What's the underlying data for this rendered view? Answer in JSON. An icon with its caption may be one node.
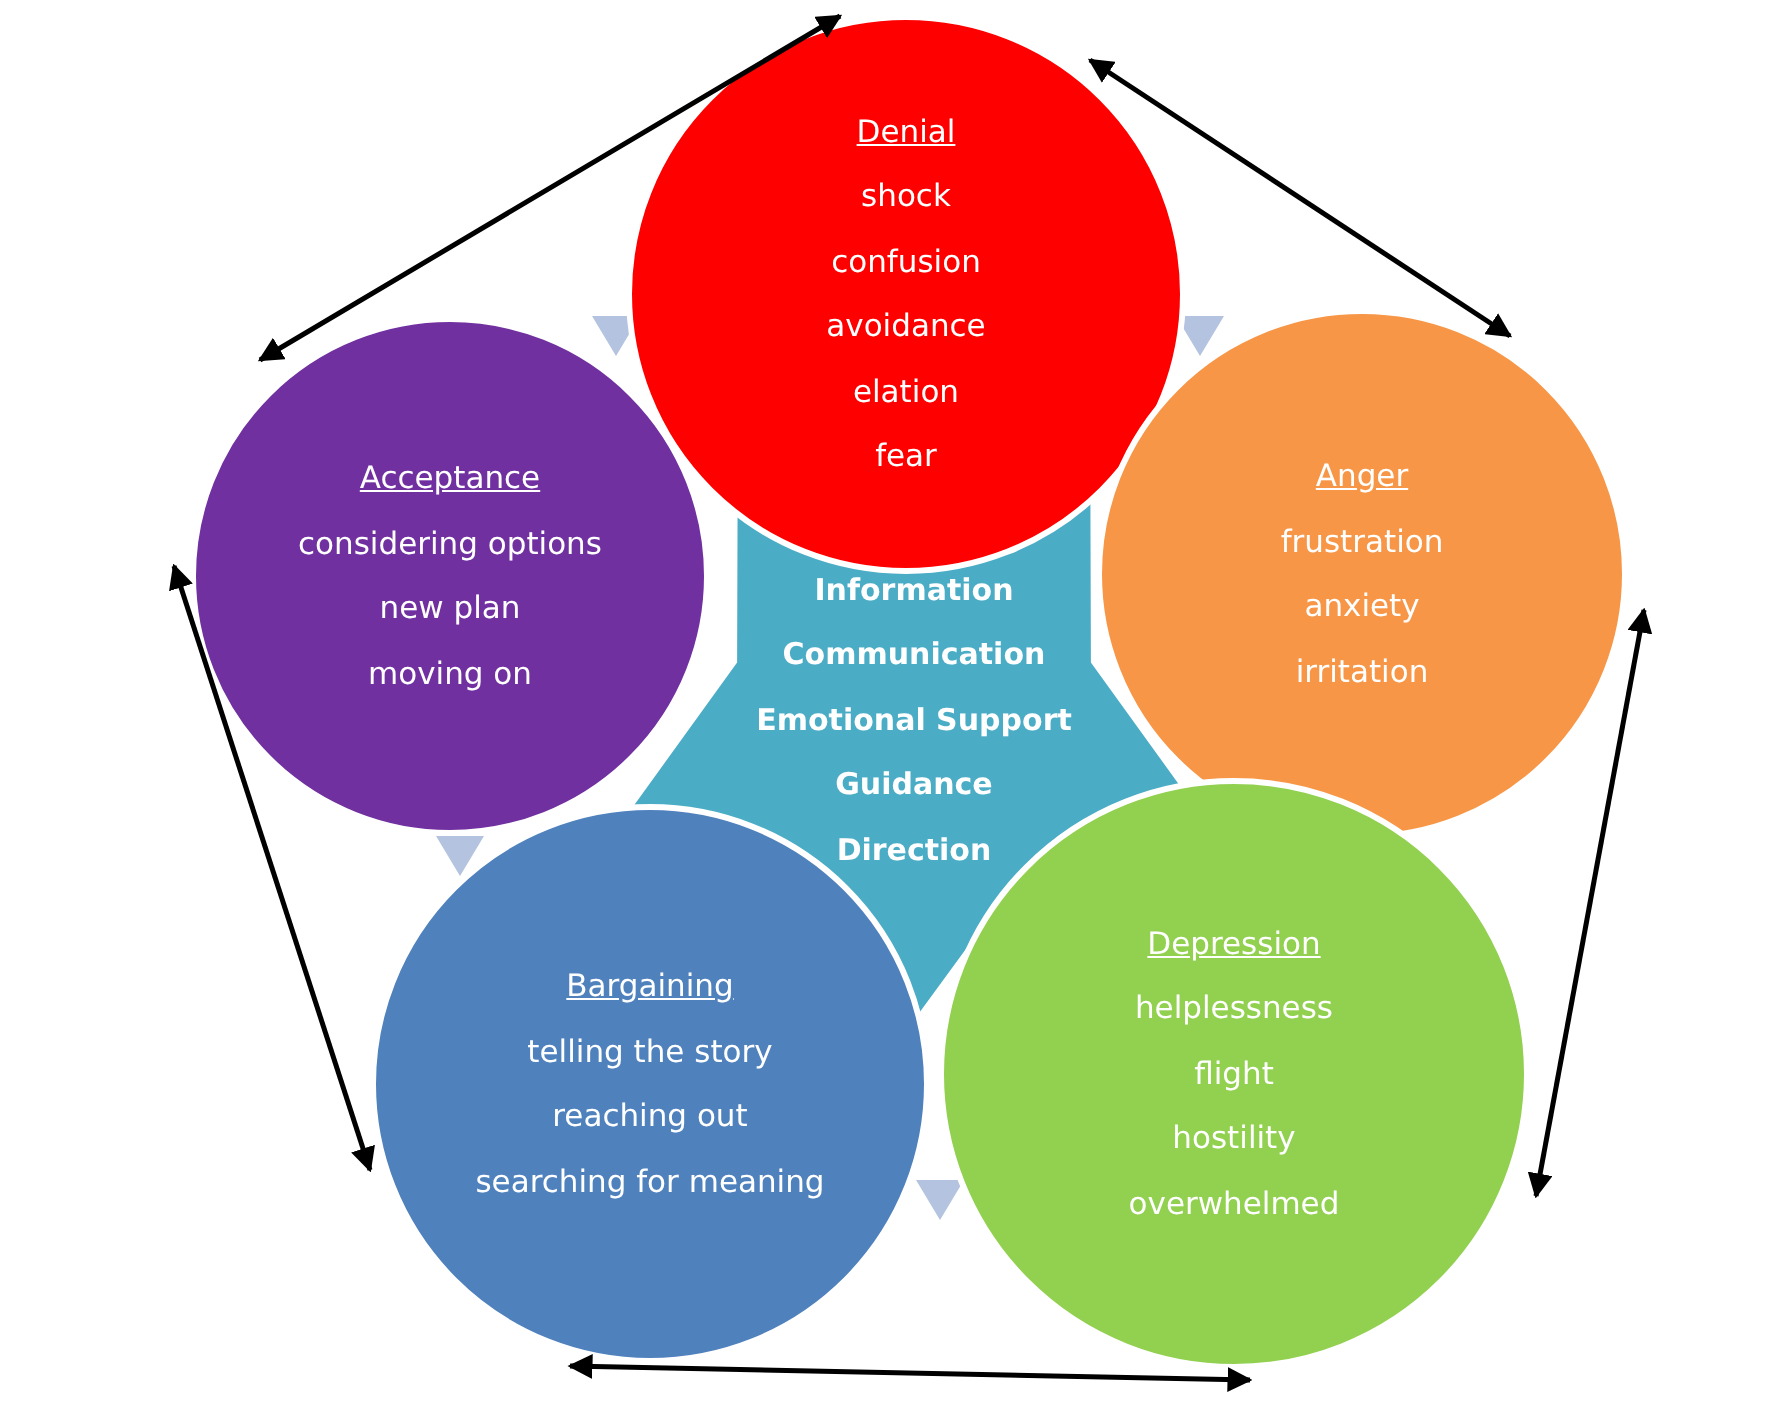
{
  "diagram": {
    "nodes": [
      {
        "text": [
          "Denial",
          "shock",
          "confusion",
          "avoidance",
          "elation",
          "fear"
        ]
      },
      {
        "text": [
          "Acceptance",
          "considering options",
          "new plan",
          "moving on"
        ]
      },
      {
        "text": [
          "Anger",
          "frustration",
          "anxiety",
          "irritation"
        ]
      },
      {
        "text": [
          "Information",
          "Communication",
          "Emotional Support",
          "Guidance",
          "Direction"
        ]
      },
      {
        "text": [
          "Bargaining",
          "telling the story",
          "reaching out",
          "searching for meaning"
        ]
      },
      {
        "text": [
          "Depression",
          "helplessness",
          "flight",
          "hostility",
          "overwhelmed"
        ]
      }
    ],
    "edges": [
      {
        "from": 1,
        "to": 0,
        "arrow": "both"
      },
      {
        "from": 0,
        "to": 2,
        "arrow": "both"
      },
      {
        "from": 2,
        "to": 5,
        "arrow": "both"
      },
      {
        "from": 5,
        "to": 4,
        "arrow": "both"
      },
      {
        "from": 4,
        "to": 1,
        "arrow": "both"
      }
    ]
  }
}
